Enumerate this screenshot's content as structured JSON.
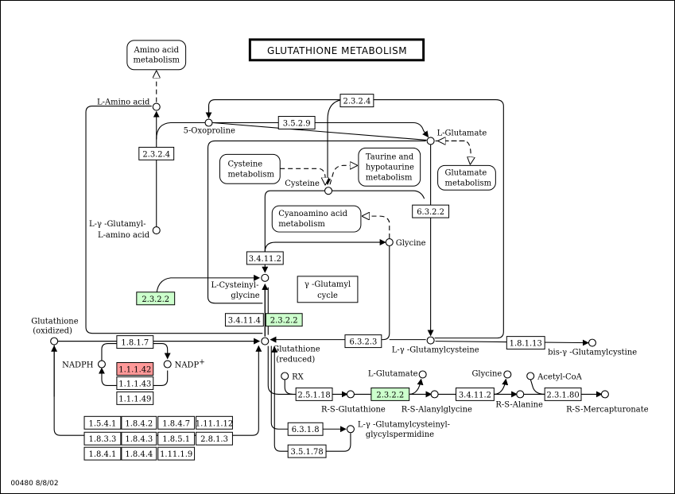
{
  "title": "GLUTATHIONE METABOLISM",
  "footer": "00480   8/8/02",
  "cycle_label": [
    "γ -Glutamyl",
    "cycle"
  ],
  "colors": {
    "present": "#ccffcc",
    "highlight": "#ff9999",
    "normal": "#ffffff",
    "line": "#000000"
  },
  "pathway_maps": {
    "amino_acid": [
      "Amino acid",
      "metabolism"
    ],
    "cysteine": [
      "Cysteine",
      "metabolism"
    ],
    "taurine": [
      "Taurine and",
      "hypotaurine",
      "metabolism"
    ],
    "cyanoamino": [
      "Cyanoamino acid",
      "metabolism"
    ],
    "glutamate": [
      "Glutamate",
      "metabolism"
    ]
  },
  "compounds": {
    "l_amino_acid": "L-Amino acid",
    "oxoproline": "5-Oxoproline",
    "l_glutamate": "L-Glutamate",
    "cysteine": "Cysteine",
    "glycine": "Glycine",
    "glutamyl_amino_acid": [
      "L-γ -Glutamyl-",
      "L-amino acid"
    ],
    "cysteinylglycine": [
      "L-Cysteinyl-",
      "glycine"
    ],
    "glutathione_oxidized": [
      "Glutathione",
      "(oxidized)"
    ],
    "glutathione_reduced": [
      "Glutathione",
      "(reduced)"
    ],
    "nadph": "NADPH",
    "nadp": "NADP",
    "nadp_sup": "+",
    "glutamylcysteine": "L-γ -Glutamylcysteine",
    "bis_glutamylcystine": "bis-γ -Glutamylcystine",
    "rx": "RX",
    "l_glutamate_2": "L-Glutamate",
    "glycine_2": "Glycine",
    "acetyl_coa": "Acetyl-CoA",
    "rs_glutathione": "R-S-Glutathione",
    "rs_alanylglycine": "R-S-Alanylglycine",
    "rs_alanine": "R-S-Alanine",
    "rs_mercapturonate": "R-S-Mercapturonate",
    "glutamylcysteinyl": [
      "L-γ -Glutamylcysteinyl-",
      "glycylspermidine"
    ]
  },
  "enzymes": {
    "e2324_top": "2.3.2.4",
    "e3529": "3.5.2.9",
    "e2324_left": "2.3.2.4",
    "e6322": "6.3.2.2",
    "e34112": "3.4.11.2",
    "e2322_left": "2.3.2.2",
    "e34114": "3.4.11.4",
    "e2322_mid": "2.3.2.2",
    "e6323": "6.3.2.3",
    "e1817": "1.8.1.7",
    "e11142": "1.1.1.42",
    "e11143": "1.1.1.43",
    "e11149": "1.1.1.49",
    "e18113": "1.8.1.13",
    "e25118": "2.5.1.18",
    "e2322_right": "2.3.2.2",
    "e34112_right": "3.4.11.2",
    "e23180": "2.3.1.80",
    "e6318": "6.3.1.8",
    "e35178": "3.5.1.78",
    "grid": [
      [
        "1.5.4.1",
        "1.8.4.2",
        "1.8.4.7",
        "1.11.1.12"
      ],
      [
        "1.8.3.3",
        "1.8.4.3",
        "1.8.5.1",
        "2.8.1.3"
      ],
      [
        "1.8.4.1",
        "1.8.4.4",
        "1.11.1.9"
      ]
    ]
  }
}
